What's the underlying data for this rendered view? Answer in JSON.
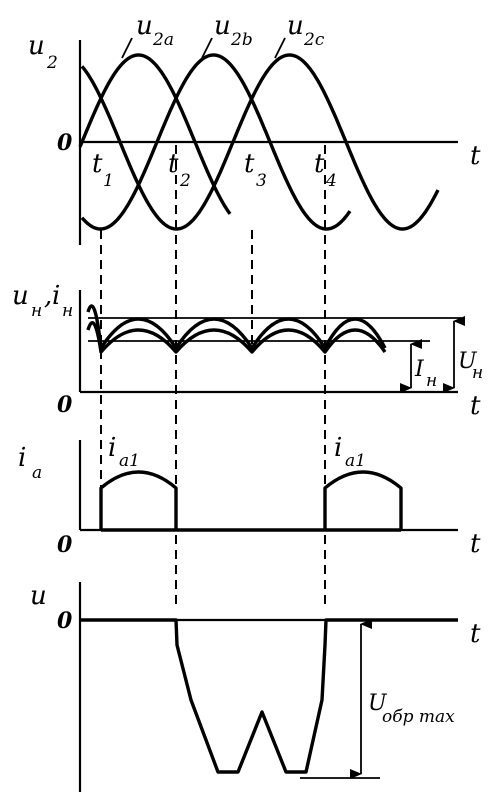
{
  "panel1": {
    "y_label": "u",
    "y_sub": "2",
    "zero": "0",
    "t_label": "t",
    "phases": [
      {
        "main": "u",
        "sub": "2a"
      },
      {
        "main": "u",
        "sub": "2b"
      },
      {
        "main": "u",
        "sub": "2c"
      }
    ],
    "times": [
      {
        "main": "t",
        "sub": "1"
      },
      {
        "main": "t",
        "sub": "2"
      },
      {
        "main": "t",
        "sub": "3"
      },
      {
        "main": "t",
        "sub": "4"
      }
    ]
  },
  "panel2": {
    "y_label": "u",
    "y_sub": "н",
    "y_label2": "i",
    "y_sub2": "н",
    "zero": "0",
    "t_label": "t",
    "I_label": "I",
    "I_sub": "н",
    "U_label": "U",
    "U_sub": "н"
  },
  "panel3": {
    "y_label": "i",
    "y_sub": "a",
    "zero": "0",
    "t_label": "t",
    "pulse_label": "i",
    "pulse_sub": "a1"
  },
  "panel4": {
    "y_label": "u",
    "zero": "0",
    "t_label": "t",
    "U_label": "U",
    "U_sub": "обр max"
  }
}
